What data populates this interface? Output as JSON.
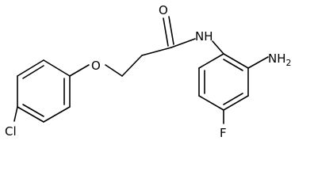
{
  "diagram": {
    "labels": {
      "oxygen_carbonyl": "O",
      "amide_nh": "NH",
      "ether_oxygen": "O",
      "amine_n": "NH",
      "amine_sub": "2",
      "chlorine": "Cl",
      "fluorine": "F"
    }
  }
}
